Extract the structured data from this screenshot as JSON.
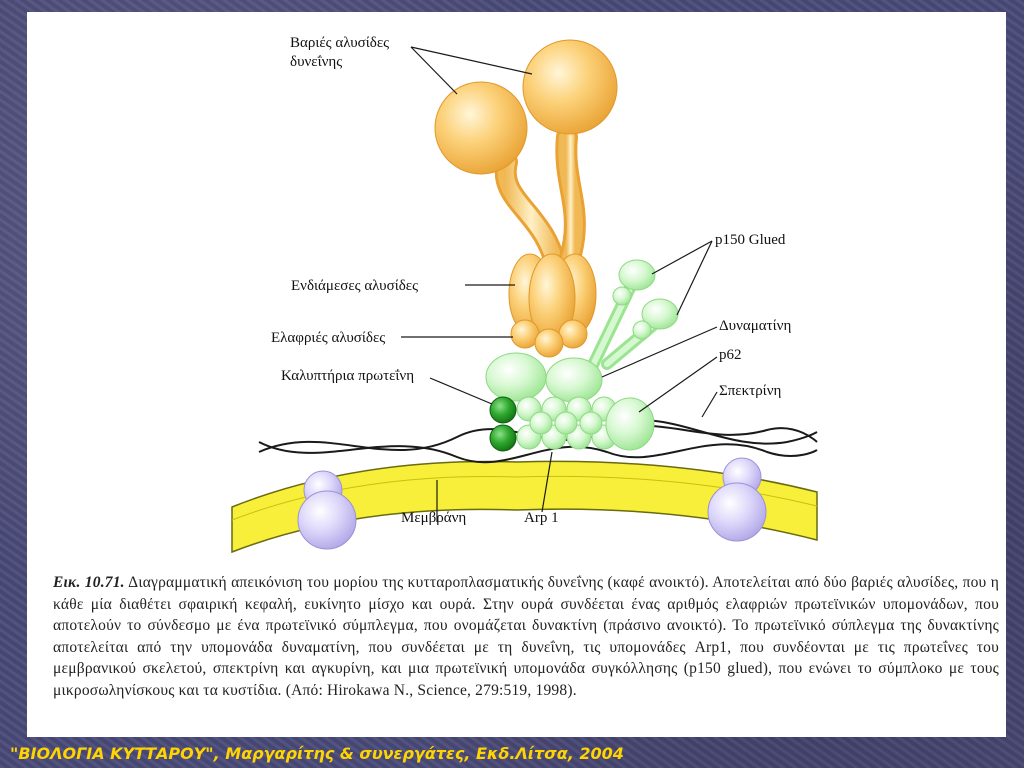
{
  "labels": {
    "heavy_chains": [
      "Βαριές αλυσίδες",
      "δυνεΐνης"
    ],
    "intermediate_chains": "Ενδιάμεσες αλυσίδες",
    "light_chains": "Ελαφριές αλυσίδες",
    "capping_protein": "Καλυπτήρια πρωτεΐνη",
    "p150": "p150 Glued",
    "dynamitin": "Δυναματίνη",
    "p62": "p62",
    "spectrin": "Σπεκτρίνη",
    "membrane": "Μεμβράνη",
    "arp1": "Arp 1"
  },
  "caption": {
    "figure": "Εικ. 10.71.",
    "text": " Διαγραμματική απεικόνιση του μορίου της κυτταροπλασματικής δυνεΐνης (καφέ ανοικτό). Αποτελείται από δύο βαριές αλυσίδες, που η κάθε μία διαθέτει σφαιρική κεφαλή, ευκίνητο μίσχο και ουρά. Στην ουρά συνδέεται ένας αριθμός ελαφριών πρωτεϊνικών υπομονάδων, που αποτελούν το σύνδεσμο με ένα πρωτεϊνικό σύμπλεγμα, που ονομάζεται δυνακτίνη (πράσινο ανοικτό). Το πρωτεϊνικό σύπλεγμα της δυνακτίνης αποτελείται από την υπομονάδα δυναματίνη, που συνδέεται με τη δυνεΐνη, τις υπομονάδες Arp1, που συνδέονται με τις πρωτεΐνες του μεμβρανικού σκελετού, σπεκτρίνη και αγκυρίνη, και μια πρωτεϊνική υπομονάδα συγκόλλησης (p150 glued), που ενώνει το σύμπλοκο με τους μικροσωληνίσκους και τα κυστίδια. (Από: Hirokawa N., Science, 279:519, 1998)."
  },
  "footer": "\"ΒΙΟΛΟΓΙΑ ΚΥΤΤΑΡΟΥ\", Μαργαρίτης & συνεργάτες, Εκδ.Λίτσα, 2004",
  "colors": {
    "dynein": "#f6b94a",
    "dynactin": "#b8f2b0",
    "capping": "#2aa02a",
    "membrane": "#f7ef3a",
    "anchor": "#c9c3f0"
  }
}
